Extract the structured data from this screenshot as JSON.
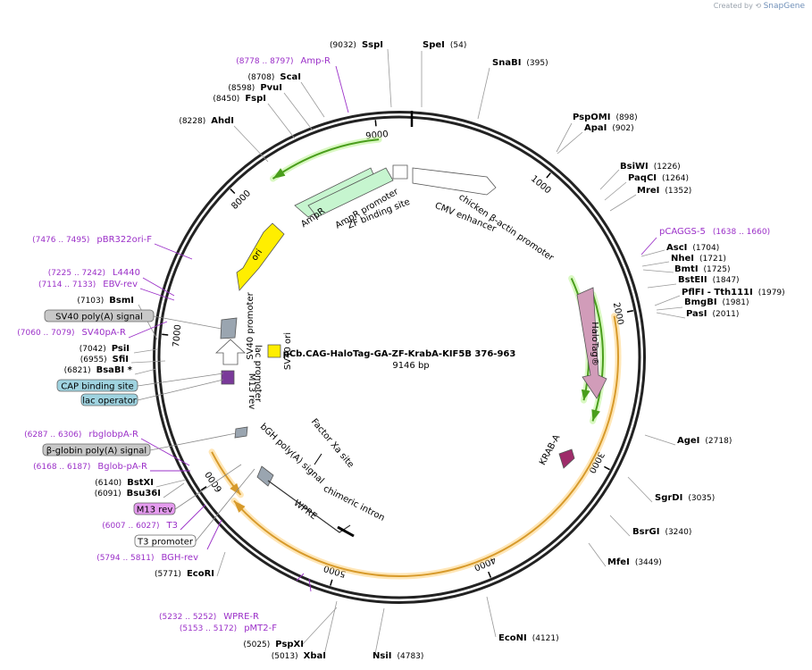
{
  "credit": {
    "prefix": "Created by",
    "brand": "SnapGene"
  },
  "plasmid": {
    "name": "pCb.CAG-HaloTag-GA-ZF-KrabA-KIF5B 376-963",
    "length_label": "9146 bp",
    "length": 9146
  },
  "ruler_labels": [
    "1000",
    "2000",
    "3000",
    "4000",
    "5000",
    "6000",
    "7000",
    "8000",
    "9000"
  ],
  "enzymes": [
    {
      "name": "SpeI",
      "pos": "(54)"
    },
    {
      "name": "SnaBI",
      "pos": "(395)"
    },
    {
      "name": "PspOMI",
      "pos": "(898)"
    },
    {
      "name": "ApaI",
      "pos": "(902)"
    },
    {
      "name": "BsiWI",
      "pos": "(1226)"
    },
    {
      "name": "PaqCI",
      "pos": "(1264)"
    },
    {
      "name": "MreI",
      "pos": "(1352)"
    },
    {
      "name": "AscI",
      "pos": "(1704)"
    },
    {
      "name": "NheI",
      "pos": "(1721)"
    },
    {
      "name": "BmtI",
      "pos": "(1725)"
    },
    {
      "name": "BstEII",
      "pos": "(1847)"
    },
    {
      "name": "PflFI - Tth111I",
      "pos": "(1979)"
    },
    {
      "name": "BmgBI",
      "pos": "(1981)"
    },
    {
      "name": "PasI",
      "pos": "(2011)"
    },
    {
      "name": "AgeI",
      "pos": "(2718)"
    },
    {
      "name": "SgrDI",
      "pos": "(3035)"
    },
    {
      "name": "BsrGI",
      "pos": "(3240)"
    },
    {
      "name": "MfeI",
      "pos": "(3449)"
    },
    {
      "name": "EcoNI",
      "pos": "(4121)"
    },
    {
      "name": "NsiI",
      "pos": "(4783)"
    },
    {
      "name": "XbaI",
      "pos": "(5013)"
    },
    {
      "name": "PspXI",
      "pos": "(5025)"
    },
    {
      "name": "EcoRI",
      "pos": "(5771)"
    },
    {
      "name": "Bsu36I",
      "pos": "(6091)"
    },
    {
      "name": "BstXI",
      "pos": "(6140)"
    },
    {
      "name": "BsaBI *",
      "pos": "(6821)"
    },
    {
      "name": "SfiI",
      "pos": "(6955)"
    },
    {
      "name": "PsiI",
      "pos": "(7042)"
    },
    {
      "name": "BsmI",
      "pos": "(7103)"
    },
    {
      "name": "AhdI",
      "pos": "(8228)"
    },
    {
      "name": "FspI",
      "pos": "(8450)"
    },
    {
      "name": "PvuI",
      "pos": "(8598)"
    },
    {
      "name": "ScaI",
      "pos": "(8708)"
    },
    {
      "name": "SspI",
      "pos": "(9032)"
    }
  ],
  "primers": [
    {
      "name": "Amp-R",
      "range": "(8778 .. 8797)"
    },
    {
      "name": "pCAGGS-5",
      "range": "(1638 .. 1660)"
    },
    {
      "name": "pBR322ori-F",
      "range": "(7476 .. 7495)"
    },
    {
      "name": "L4440",
      "range": "(7225 .. 7242)"
    },
    {
      "name": "EBV-rev",
      "range": "(7114 .. 7133)"
    },
    {
      "name": "SV40pA-R",
      "range": "(7060 .. 7079)"
    },
    {
      "name": "rbglobpA-R",
      "range": "(6287 .. 6306)"
    },
    {
      "name": "Bglob-pA-R",
      "range": "(6168 .. 6187)"
    },
    {
      "name": "T3",
      "range": "(6007 .. 6027)"
    },
    {
      "name": "BGH-rev",
      "range": "(5794 .. 5811)"
    },
    {
      "name": "WPRE-R",
      "range": "(5232 .. 5252)"
    },
    {
      "name": "pMT2-F",
      "range": "(5153 .. 5172)"
    }
  ],
  "boxed_labels": [
    {
      "text": "SV40 poly(A) signal",
      "color": "#c8c8c8"
    },
    {
      "text": "CAP binding site",
      "color": "#9fd3e0"
    },
    {
      "text": "lac operator",
      "color": "#9fd3e0"
    },
    {
      "text": "β-globin poly(A) signal",
      "color": "#c8c8c8"
    },
    {
      "text": "M13 rev",
      "color": "#e59bef"
    },
    {
      "text": "T3 promoter",
      "color": "#ffffff"
    }
  ],
  "features": [
    {
      "name": "AmpR",
      "color": "#c6f5cf"
    },
    {
      "name": "AmpR promoter",
      "color": "#ffffff"
    },
    {
      "name": "ZF binding site",
      "color": "#ffffff"
    },
    {
      "name": "CMV enhancer",
      "color": "#ffffff"
    },
    {
      "name": "chicken β-actin promoter",
      "color": "#ffffff"
    },
    {
      "name": "ori",
      "color": "#ffee00"
    },
    {
      "name": "SV40 promoter",
      "color": "#9aa5b0"
    },
    {
      "name": "SV40 ori",
      "color": "#ffee00"
    },
    {
      "name": "lac promoter",
      "color": "#ffffff"
    },
    {
      "name": "M13 rev",
      "color": "#7a3a9a"
    },
    {
      "name": "bGH poly(A) signal",
      "color": "#9aa5b0"
    },
    {
      "name": "Factor Xa site",
      "color": "#ffffff"
    },
    {
      "name": "chimeric intron",
      "color": "#ffffff"
    },
    {
      "name": "WPRE",
      "color": "#ffffff"
    },
    {
      "name": "HaloTag®",
      "color": "#d19cb9"
    },
    {
      "name": "KRAB-A",
      "color": "#9e2c6a"
    }
  ],
  "arc_colors": {
    "green": "#4a9e1c",
    "orange": "#d79a2b",
    "primer": "#9b30c8"
  }
}
